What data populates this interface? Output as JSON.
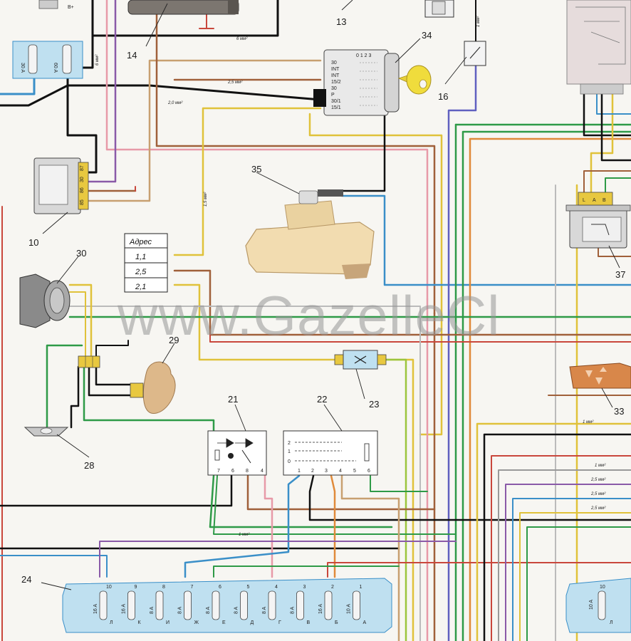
{
  "labels": {
    "n10": "10",
    "n13": "13",
    "n14": "14",
    "n16": "16",
    "n21": "21",
    "n22": "22",
    "n23": "23",
    "n24": "24",
    "n28": "28",
    "n29": "29",
    "n30": "30",
    "n33": "33",
    "n34": "34",
    "n35": "35",
    "n37": "37"
  },
  "address_table": {
    "header": "Адрес",
    "rows": [
      "1,1",
      "2,5",
      "2,1"
    ]
  },
  "fuse_block_top": {
    "left": "30 A",
    "right": "60 A",
    "terminal": "B+"
  },
  "wire_sizes": {
    "w6a": "6 мм²",
    "w6b": "6 мм²",
    "w25": "2,5 мм²",
    "w20": "2,0 мм²",
    "w15": "1,5 мм²",
    "w1a": "1 мм²",
    "w1b": "1 мм²",
    "w1c": "1 мм²",
    "w1d": "1 мм²",
    "w25b": "2,5 мм²",
    "w25c": "2,5 мм²",
    "w25d": "2,5 мм²"
  },
  "ignition_switch": {
    "header": "0 1 2 3",
    "terminals": [
      "30",
      "INT",
      "INT",
      "15/2",
      "30",
      "P",
      "30/1",
      "15/1"
    ]
  },
  "relay10_pins": [
    "87",
    "30",
    "86",
    "85"
  ],
  "relay21_pins": [
    "7",
    "6",
    "8",
    "4"
  ],
  "switch22": {
    "positions": [
      "2",
      "1",
      "0"
    ],
    "pins": [
      "1",
      "2",
      "3",
      "4",
      "5",
      "6"
    ]
  },
  "relay37_pins": [
    "L",
    "A",
    "B"
  ],
  "fuse_box": {
    "fuses": [
      {
        "num": "10",
        "rating": "16 A",
        "letter": "Л"
      },
      {
        "num": "9",
        "rating": "16 A",
        "letter": "К"
      },
      {
        "num": "8",
        "rating": "8 A",
        "letter": "И"
      },
      {
        "num": "7",
        "rating": "8 A",
        "letter": "Ж"
      },
      {
        "num": "6",
        "rating": "8 A",
        "letter": "Е"
      },
      {
        "num": "5",
        "rating": "8 A",
        "letter": "Д"
      },
      {
        "num": "4",
        "rating": "8 A",
        "letter": "Г"
      },
      {
        "num": "3",
        "rating": "8 A",
        "letter": "В"
      },
      {
        "num": "2",
        "rating": "16 A",
        "letter": "Б"
      },
      {
        "num": "1",
        "rating": "10 A",
        "letter": "А"
      }
    ]
  },
  "fuse_box_right": {
    "num": "10",
    "rating": "10 A",
    "letter": "Л"
  },
  "watermark": "www.GazelleCl",
  "colors": {
    "black": "#111111",
    "green": "#2e9a47",
    "yellow": "#e0c23a",
    "blue": "#3a8fc8",
    "brown": "#a0603a",
    "pink": "#e79aa8",
    "red": "#c9473c",
    "violet": "#8a5aa8",
    "orange": "#e08a3a",
    "gray": "#9a9a9a",
    "lightblue": "#bfe0f0"
  }
}
